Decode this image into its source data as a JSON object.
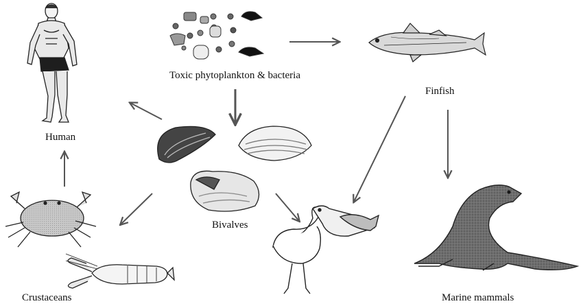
{
  "diagram": {
    "labels": {
      "phytoplankton": "Toxic phytoplankton & bacteria",
      "finfish": "Finfish",
      "human": "Human",
      "bivalves": "Bivalves",
      "crustaceans": "Crustaceans",
      "marine_mammals": "Marine mammals"
    },
    "edges": [
      {
        "from": "Toxic phytoplankton & bacteria",
        "to": "Finfish"
      },
      {
        "from": "Toxic phytoplankton & bacteria",
        "to": "Bivalves"
      },
      {
        "from": "Bivalves",
        "to": "Human"
      },
      {
        "from": "Bivalves",
        "to": "Crustaceans"
      },
      {
        "from": "Bivalves",
        "to": "Birds"
      },
      {
        "from": "Crustaceans",
        "to": "Human"
      },
      {
        "from": "Finfish",
        "to": "Birds"
      },
      {
        "from": "Finfish",
        "to": "Marine mammals"
      }
    ],
    "icons": {
      "human": "human-figure-icon",
      "phytoplankton": "phytoplankton-cells-icon",
      "finfish": "fish-icon",
      "bivalves": "bivalve-shells-icon",
      "crustaceans": "crab-and-lobster-icon",
      "birds": "pelican-icon",
      "marine_mammals": "sea-lion-icon"
    },
    "colors": {
      "arrow": "#555555",
      "text": "#111111",
      "ink": "#222222"
    }
  }
}
